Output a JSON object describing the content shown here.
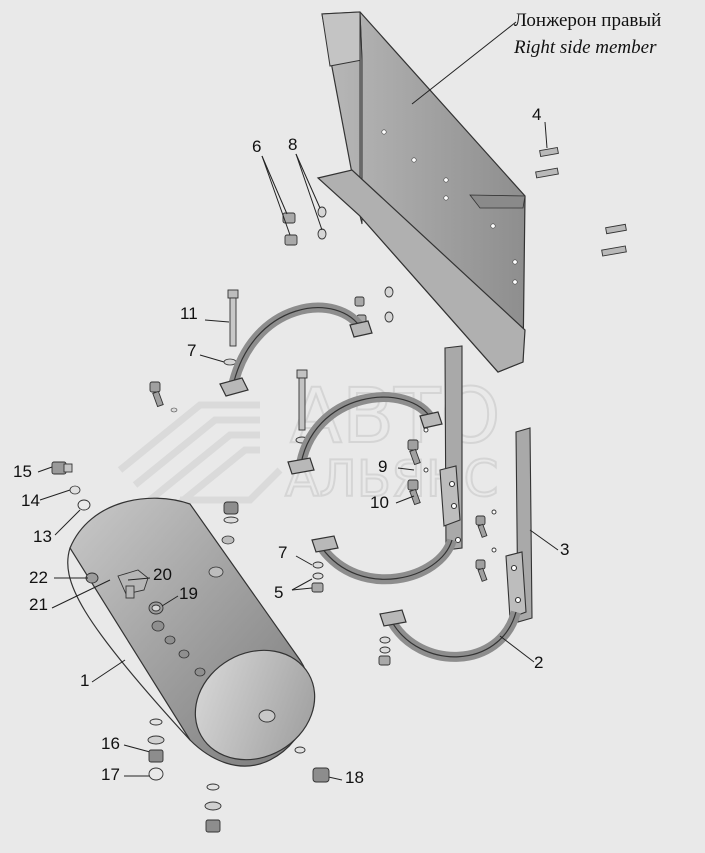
{
  "title": {
    "ru": "Лонжерон правый",
    "en": "Right side member"
  },
  "watermark": {
    "line1": "АВТО",
    "line2": "АЛЬЯНС"
  },
  "callouts": [
    {
      "id": "1",
      "label": "1"
    },
    {
      "id": "2",
      "label": "2"
    },
    {
      "id": "3",
      "label": "3"
    },
    {
      "id": "4",
      "label": "4"
    },
    {
      "id": "5",
      "label": "5"
    },
    {
      "id": "6",
      "label": "6"
    },
    {
      "id": "7a",
      "label": "7"
    },
    {
      "id": "7b",
      "label": "7"
    },
    {
      "id": "8",
      "label": "8"
    },
    {
      "id": "9",
      "label": "9"
    },
    {
      "id": "10",
      "label": "10"
    },
    {
      "id": "11",
      "label": "11"
    },
    {
      "id": "13",
      "label": "13"
    },
    {
      "id": "14",
      "label": "14"
    },
    {
      "id": "15",
      "label": "15"
    },
    {
      "id": "16",
      "label": "16"
    },
    {
      "id": "17",
      "label": "17"
    },
    {
      "id": "18",
      "label": "18"
    },
    {
      "id": "19",
      "label": "19"
    },
    {
      "id": "20",
      "label": "20"
    },
    {
      "id": "21",
      "label": "21"
    },
    {
      "id": "22",
      "label": "22"
    }
  ],
  "colors": {
    "background": "#e9e9e9",
    "metal": "#a8a8a8",
    "metal_dark": "#6f6f6f",
    "metal_light": "#d4d4d4",
    "watermark": "#cfcfcf"
  }
}
